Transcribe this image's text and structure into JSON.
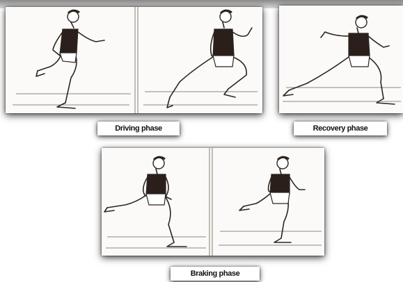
{
  "labels": {
    "driving": "Driving phase",
    "recovery": "Recovery phase",
    "braking": "Braking phase"
  },
  "colors": {
    "vest": "#2a1f1b",
    "ink": "#2b2520",
    "paper": "#fbfaf8"
  }
}
